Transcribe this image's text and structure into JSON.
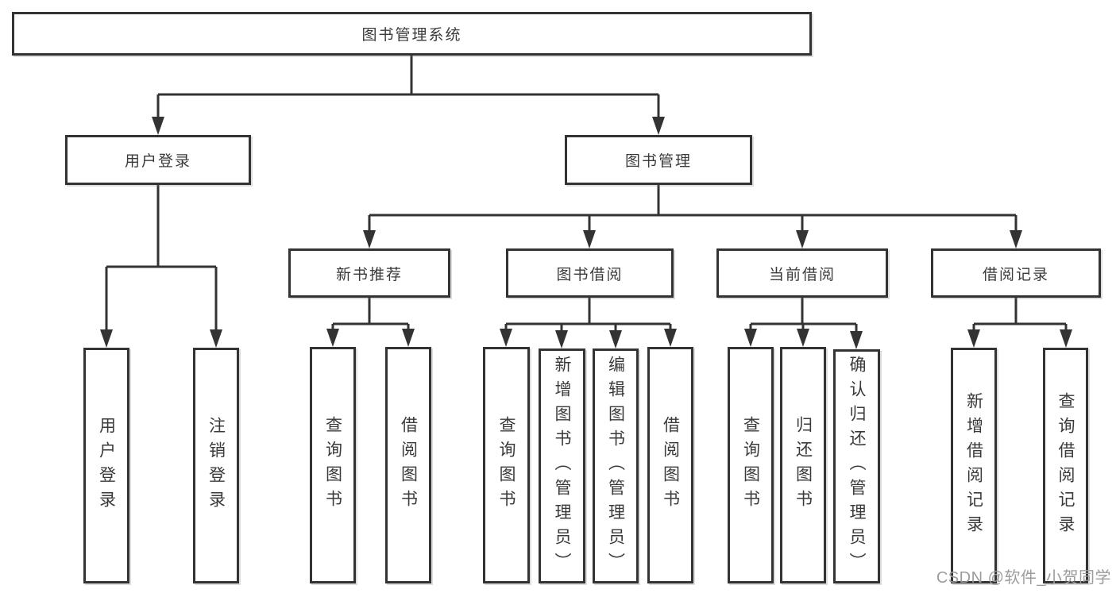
{
  "diagram_title": "图书管理系统",
  "tree": {
    "root": {
      "label": "图书管理系统"
    },
    "user_login_branch": {
      "label": "用户登录",
      "children": [
        {
          "label": "用户登录"
        },
        {
          "label": "注销登录"
        }
      ]
    },
    "book_management_branch": {
      "label": "图书管理",
      "children": [
        {
          "label": "新书推荐",
          "children": [
            {
              "label": "查询图书"
            },
            {
              "label": "借阅图书"
            }
          ]
        },
        {
          "label": "图书借阅",
          "children": [
            {
              "label": "查询图书"
            },
            {
              "label": "新增图书（管理员）"
            },
            {
              "label": "编辑图书（管理员）"
            },
            {
              "label": "借阅图书"
            }
          ]
        },
        {
          "label": "当前借阅",
          "children": [
            {
              "label": "查询图书"
            },
            {
              "label": "归还图书"
            },
            {
              "label": "确认归还（管理员）"
            }
          ]
        },
        {
          "label": "借阅记录",
          "children": [
            {
              "label": "新增借阅记录"
            },
            {
              "label": "查询借阅记录"
            }
          ]
        }
      ]
    }
  },
  "watermark": {
    "text": "CSDN @软件_小贺同学"
  },
  "colors": {
    "line": "#333333",
    "text": "#3a3a3a",
    "box_background": "#ffffff",
    "page_background": "#ffffff",
    "watermark": "#9c9c9c"
  }
}
